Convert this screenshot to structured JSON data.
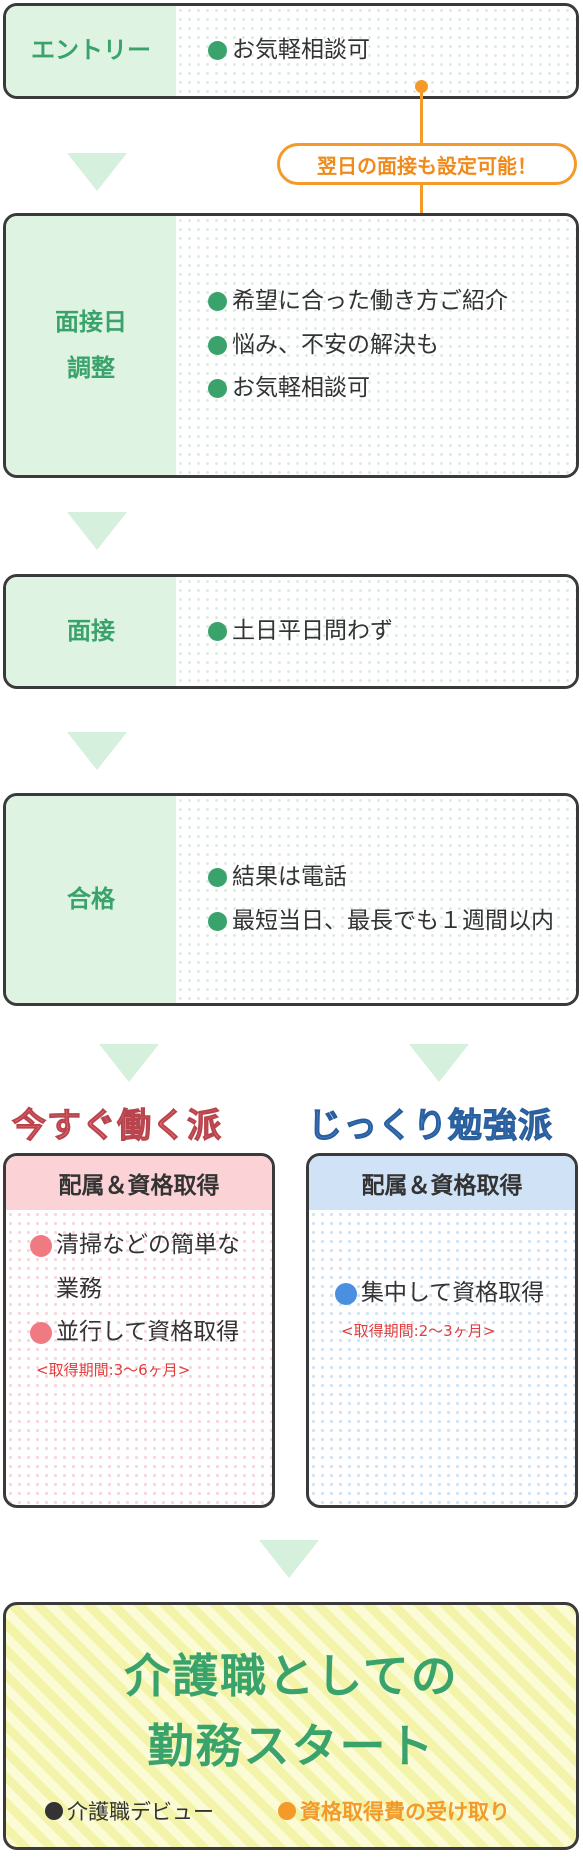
{
  "steps": [
    {
      "label_lines": [
        "エントリー"
      ],
      "items": [
        "お気軽相談可"
      ]
    },
    {
      "label_lines": [
        "面接日",
        "調整"
      ],
      "items": [
        "希望に合った働き方ご紹介",
        "悩み、不安の解決も",
        "お気軽相談可"
      ]
    },
    {
      "label_lines": [
        "面接"
      ],
      "items": [
        "土日平日問わず"
      ]
    },
    {
      "label_lines": [
        "合格"
      ],
      "items": [
        "結果は電話",
        "最短当日、最長でも１週間以内"
      ]
    }
  ],
  "callout": "翌日の面接も設定可能！",
  "paths": [
    {
      "heading": "今すぐ働く派",
      "box_title": "配属＆資格取得",
      "items": [
        "清掃などの簡単な業務",
        "並行して資格取得"
      ],
      "period": "<取得期間:3〜6ヶ月>"
    },
    {
      "heading": "じっくり勉強派",
      "box_title": "配属＆資格取得",
      "items": [
        "集中して資格取得"
      ],
      "period": "<取得期間:2〜3ヶ月>"
    }
  ],
  "final": {
    "title_lines": [
      "介護職としての",
      "勤務スタート"
    ],
    "items": [
      "介護職デビュー",
      "資格取得費の受け取り"
    ]
  },
  "colors": {
    "green": "#3aa36b",
    "orange": "#f39a2a",
    "red": "#f07a82",
    "blue": "#4a8fe0"
  }
}
